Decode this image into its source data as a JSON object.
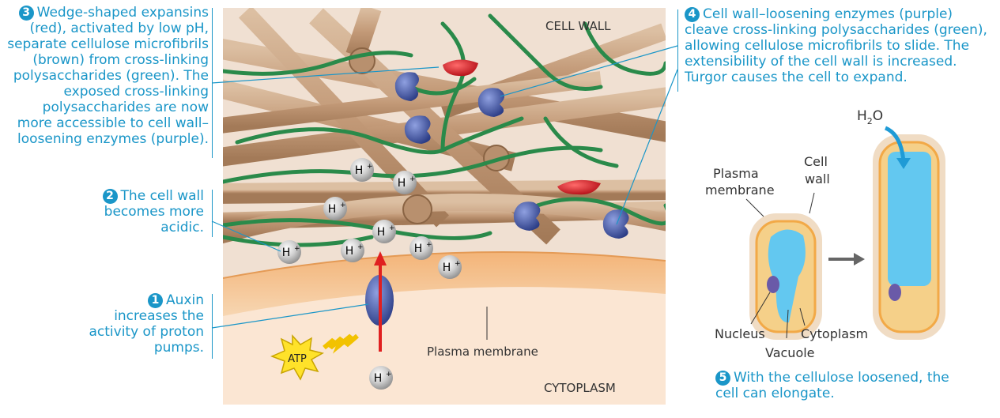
{
  "step3": {
    "num": "3",
    "text": "Wedge-shaped expansins (red), activated by low pH, separate cellulose microfibrils (brown) from cross-linking polysaccharides (green). The exposed cross-linking polysaccharides are now more accessible to cell wall–loosening enzymes (purple)."
  },
  "step2": {
    "num": "2",
    "text": "The cell wall becomes more acidic."
  },
  "step1": {
    "num": "1",
    "text": "Auxin increases the activity of proton pumps."
  },
  "step4": {
    "num": "4",
    "text": "Cell wall–loosening enzymes (purple) cleave cross-linking polysaccharides (green), allowing cellulose microfibrils to slide. The extensibility of the cell wall is increased. Turgor causes the cell to expand."
  },
  "step5": {
    "num": "5",
    "text": "With the cellulose loosened, the cell can elongate."
  },
  "labels": {
    "cell_wall": "CELL WALL",
    "cytoplasm": "CYTOPLASM",
    "plasma_membrane": "Plasma membrane",
    "atp": "ATP",
    "proton": "H",
    "proton_sup": "+",
    "water": "H",
    "water_sub": "2",
    "water_o": "O",
    "cell_plasma_membrane_1": "Plasma",
    "cell_plasma_membrane_2": "membrane",
    "cell_wall_small_1": "Cell",
    "cell_wall_small_2": "wall",
    "nucleus": "Nucleus",
    "vacuole": "Vacuole",
    "cytoplasm_small": "Cytoplasm"
  },
  "colors": {
    "caption": "#1a96c8",
    "fiber": "#c7a17e",
    "crosslink": "#2a8a4a",
    "expansin": "#d3121e",
    "enzyme": "#4a5fa8",
    "proton": "#c9c9c9",
    "pump_arrow": "#e02020"
  }
}
